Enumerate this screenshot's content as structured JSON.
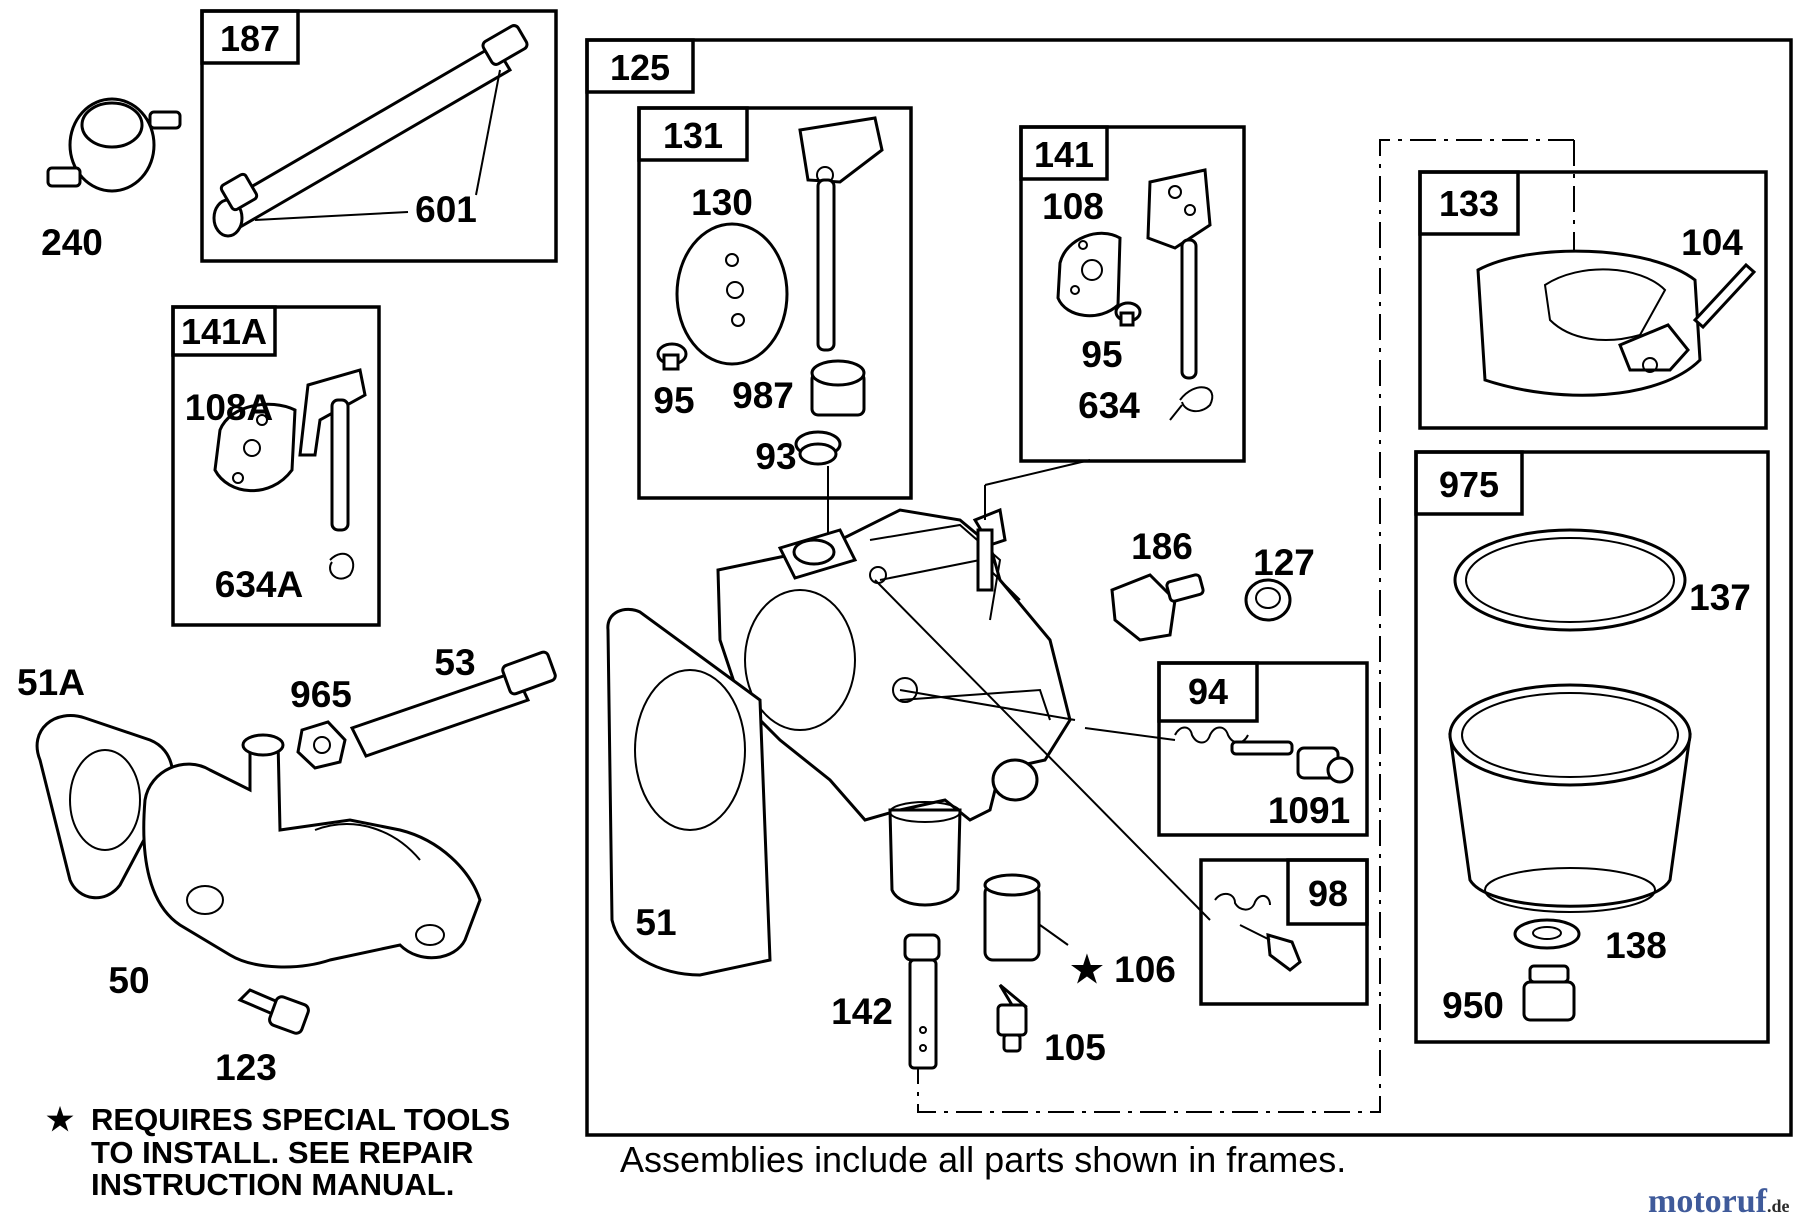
{
  "diagram": {
    "frames": [
      {
        "id": "187",
        "label": "187"
      },
      {
        "id": "141A",
        "label": "141A"
      },
      {
        "id": "125",
        "label": "125"
      },
      {
        "id": "131",
        "label": "131"
      },
      {
        "id": "141",
        "label": "141"
      },
      {
        "id": "133",
        "label": "133"
      },
      {
        "id": "975",
        "label": "975"
      },
      {
        "id": "94",
        "label": "94"
      },
      {
        "id": "98",
        "label": "98"
      }
    ],
    "part_labels": {
      "p240": "240",
      "p601": "601",
      "p108A": "108A",
      "p634A": "634A",
      "p51A": "51A",
      "p965": "965",
      "p53": "53",
      "p50": "50",
      "p123": "123",
      "p130": "130",
      "p95a": "95",
      "p987": "987",
      "p93": "93",
      "p108": "108",
      "p95b": "95",
      "p634": "634",
      "p104": "104",
      "p186": "186",
      "p127": "127",
      "p1091": "1091",
      "p137": "137",
      "p51": "51",
      "p106": "106",
      "p142": "142",
      "p105": "105",
      "p138": "138",
      "p950": "950"
    },
    "star_symbol": "★",
    "note_lines": [
      "REQUIRES SPECIAL TOOLS",
      "TO INSTALL.  SEE REPAIR",
      "INSTRUCTION MANUAL."
    ],
    "caption": "Assemblies include all parts shown in frames.",
    "watermark": {
      "main": "motoruf",
      "suffix": ".de"
    }
  }
}
